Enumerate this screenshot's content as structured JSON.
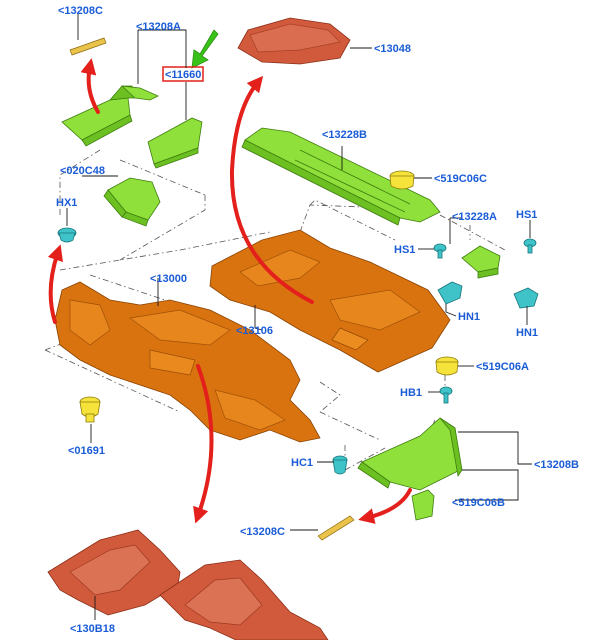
{
  "callouts": {
    "c13208C_top": "<13208C",
    "c13208A_top": "<13208A",
    "c11660": "<11660",
    "c13048": "<13048",
    "c13228B": "<13228B",
    "c020C48": "<020C48",
    "c519C06C": "<519C06C",
    "cHX1": "HX1",
    "c13228A": "<13228A",
    "cHS1_right": "HS1",
    "cHS1_left": "HS1",
    "c13000": "<13000",
    "cHN1_left": "HN1",
    "cHN1_right": "HN1",
    "c13106": "<13106",
    "c519C06A": "<519C06A",
    "cHB1": "HB1",
    "c01691": "<01691",
    "cHC1": "HC1",
    "c13208B": "<13208B",
    "c519C06B": "<519C06B",
    "c13208C_bottom": "<13208C",
    "c130B18": "<130B18"
  },
  "colors": {
    "callout_text": "#1a5cd6",
    "highlight_box": "#e3201b",
    "indicator_arrow_green": "#39c21a",
    "motion_arrow_red": "#e3201b",
    "trim_green": "#8fe03a",
    "carpet_orange": "#d9730f",
    "mat_rust": "#d25a3c",
    "fastener_cyan": "#3fc3c9",
    "fastener_yellow": "#f5e23a"
  }
}
